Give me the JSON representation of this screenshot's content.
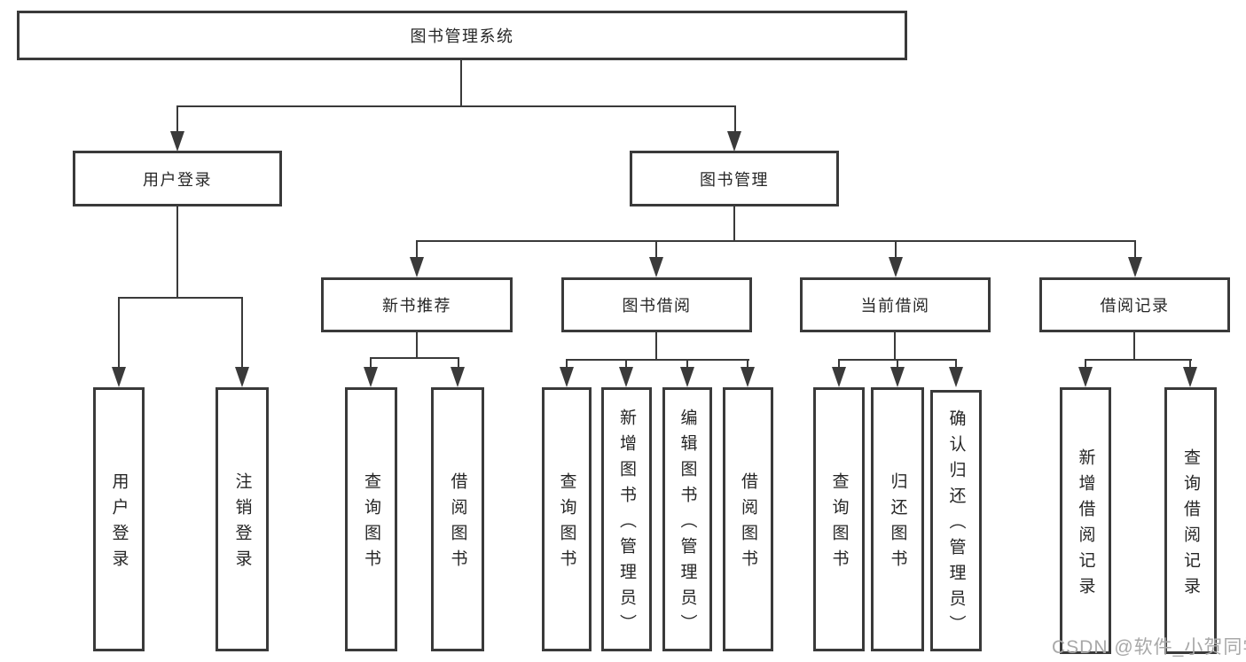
{
  "diagram_title": "图书管理系统",
  "tree": {
    "root": "图书管理系统",
    "children": [
      {
        "label": "用户登录",
        "children": [
          {
            "label": "用户登录"
          },
          {
            "label": "注销登录"
          }
        ]
      },
      {
        "label": "图书管理",
        "children": [
          {
            "label": "新书推荐",
            "children": [
              {
                "label": "查询图书"
              },
              {
                "label": "借阅图书"
              }
            ]
          },
          {
            "label": "图书借阅",
            "children": [
              {
                "label": "查询图书"
              },
              {
                "label": "新增图书（管理员）"
              },
              {
                "label": "编辑图书（管理员）"
              },
              {
                "label": "借阅图书"
              }
            ]
          },
          {
            "label": "当前借阅",
            "children": [
              {
                "label": "查询图书"
              },
              {
                "label": "归还图书"
              },
              {
                "label": "确认归还（管理员）"
              }
            ]
          },
          {
            "label": "借阅记录",
            "children": [
              {
                "label": "新增借阅记录"
              },
              {
                "label": "查询借阅记录"
              }
            ]
          }
        ]
      }
    ]
  },
  "watermark": "CSDN @软件_小贺同学",
  "colors": {
    "line": "#3a3a3a",
    "text": "#262626",
    "watermark": "#a8a8a8",
    "background": "#ffffff"
  }
}
